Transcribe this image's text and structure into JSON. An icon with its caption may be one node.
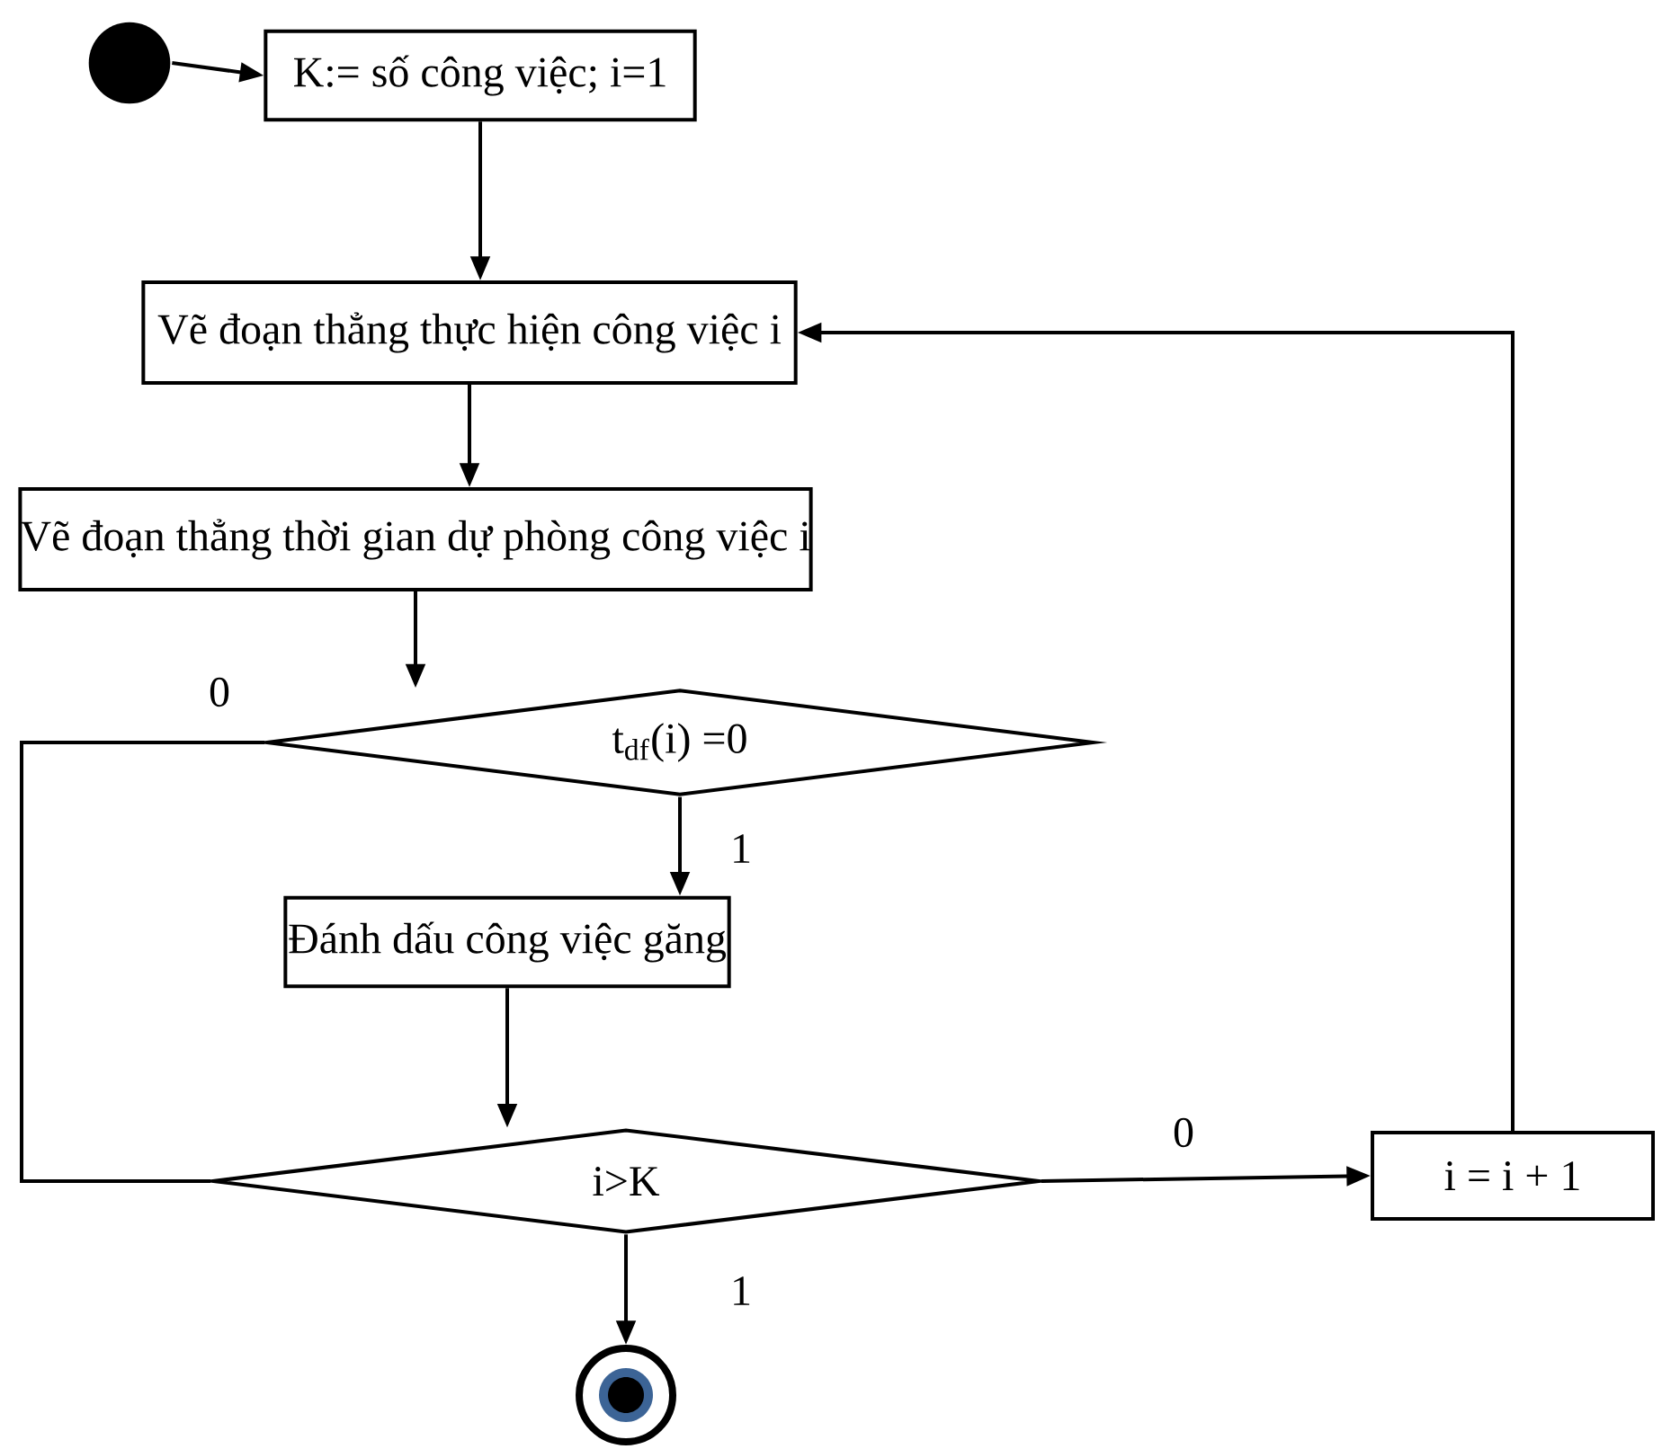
{
  "diagram": {
    "nodes": [
      {
        "text": [],
        "shape": "circle"
      },
      {
        "text": [
          "K:= số công việc; i=1"
        ]
      },
      {
        "text": [
          "Vẽ đoạn thẳng thực hiện công việc i"
        ]
      },
      {
        "text": [
          "Vẽ đoạn thẳng thời gian dự phòng công việc i"
        ]
      },
      {
        "text": [
          "t$_{df}$(i) =0"
        ]
      },
      {
        "text": [
          "Đánh dấu công việc găng"
        ]
      },
      {
        "text": [
          "i>K"
        ]
      },
      {
        "text": [
          "i = i + 1"
        ]
      },
      {
        "text": [],
        "shape": "circle"
      }
    ],
    "edges": [
      {
        "from": 0,
        "to": 1,
        "arrow": "to"
      },
      {
        "from": 1,
        "to": 2,
        "arrow": "to"
      },
      {
        "from": 2,
        "to": 3,
        "arrow": "to"
      },
      {
        "from": 3,
        "to": 4,
        "arrow": "to"
      },
      {
        "from": 4,
        "to": 5,
        "arrow": "to",
        "label": "1"
      },
      {
        "from": 4,
        "to": 6,
        "arrow": "none",
        "label": "0"
      },
      {
        "from": 5,
        "to": 6,
        "arrow": "to"
      },
      {
        "from": 6,
        "to": 7,
        "arrow": "to",
        "label": "0"
      },
      {
        "from": 7,
        "to": 2,
        "arrow": "to"
      },
      {
        "from": 6,
        "to": 8,
        "arrow": "to",
        "label": "1"
      }
    ]
  }
}
